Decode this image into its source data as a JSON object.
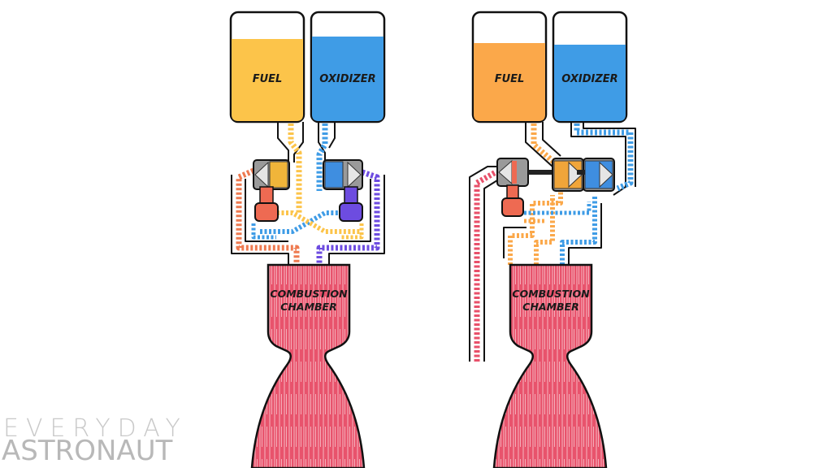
{
  "left_engine": {
    "fuel_label": "FUEL",
    "oxidizer_label": "OXIDIZER",
    "chamber_line1": "COMBUSTION",
    "chamber_line2": "CHAMBER"
  },
  "right_engine": {
    "fuel_label": "FUEL",
    "oxidizer_label": "OXIDIZER",
    "chamber_line1": "COMBUSTION",
    "chamber_line2": "CHAMBER"
  },
  "watermark": {
    "line1": "EVERYDAY",
    "line2": "ASTRONAUT"
  },
  "colors": {
    "fuel_left": "#fcc44a",
    "fuel_right": "#fba84a",
    "oxidizer": "#3f9ce6",
    "exhaust": "#e8506a",
    "preburner_fuel_rich": "#ee6a52",
    "preburner_ox_rich": "#6d4ce0",
    "outline": "#111111"
  }
}
